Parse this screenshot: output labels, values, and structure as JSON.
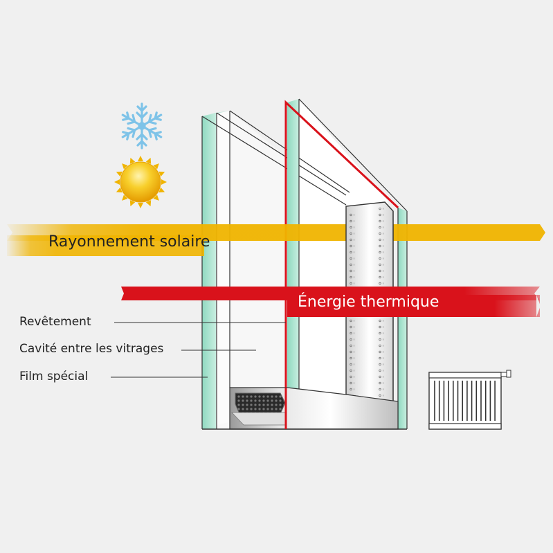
{
  "bands": {
    "solar_label": "Rayonnement solaire",
    "thermal_label": "Énergie thermique"
  },
  "callouts": {
    "coating": "Revêtement",
    "cavity": "Cavité entre les vitrages",
    "film": "Film spécial"
  },
  "icons": {
    "cold": "snowflake-icon",
    "sun": "sun-icon",
    "heater": "radiator-icon"
  },
  "colors": {
    "background": "#f0f0f0",
    "solar_band": "#f0b400",
    "thermal_band": "#d9121b",
    "glass_edge": "#a8e0cc",
    "snowflake": "#7ec3e8",
    "sun": "#f5c21b"
  }
}
